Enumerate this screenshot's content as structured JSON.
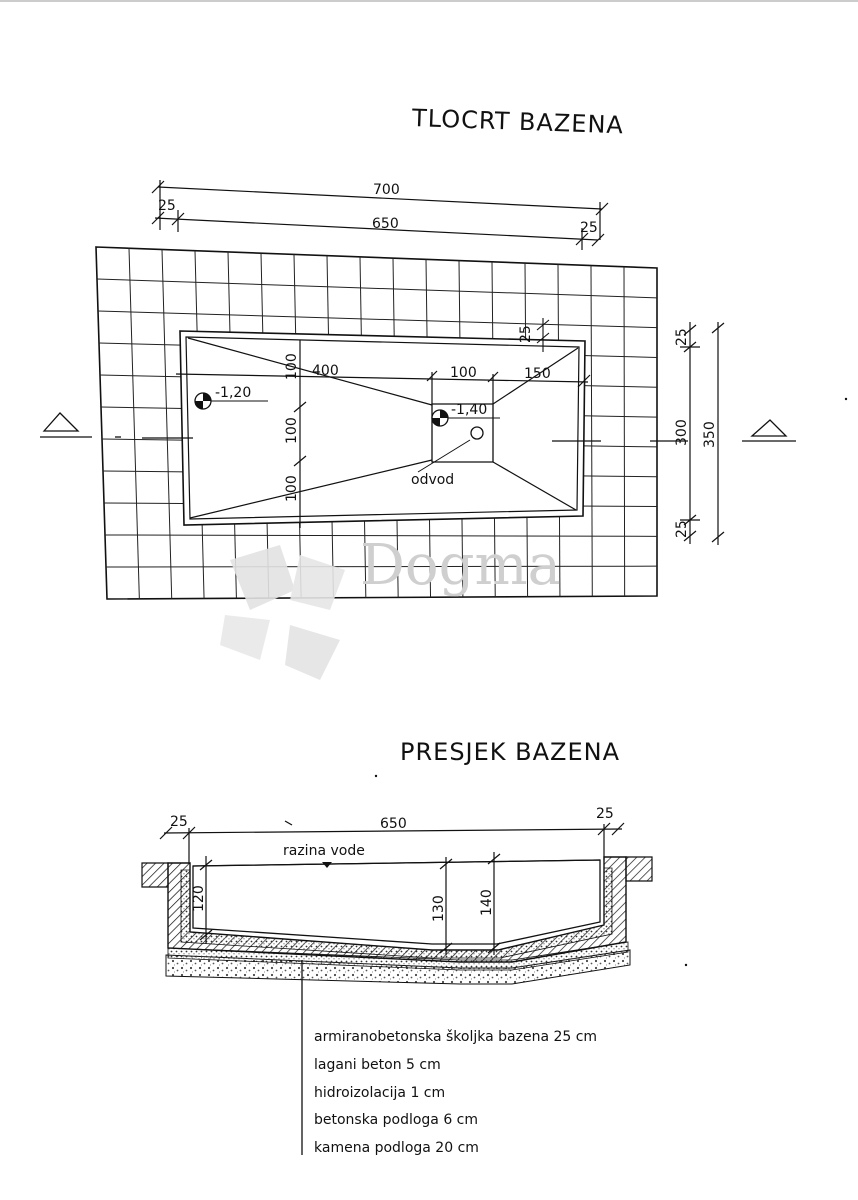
{
  "plan": {
    "title": "TLOCRT BAZENA",
    "dim_total": "700",
    "dim_inner": "650",
    "dim_left_wall": "25",
    "dim_right_wall": "25",
    "dim_400": "400",
    "dim_100_top": "100",
    "dim_150": "150",
    "dim_25_corner": "25",
    "dim_v_100a": "100",
    "dim_v_100b": "100",
    "dim_v_100c": "100",
    "level_shallow": "-1,20",
    "level_deep": "-1,40",
    "drain_label": "odvod",
    "dim_r_25_top": "25",
    "dim_r_300": "300",
    "dim_r_25_bottom": "25",
    "dim_r_350": "350"
  },
  "section": {
    "title": "PRESJEK BAZENA",
    "dim_left_wall": "25",
    "dim_inner": "650",
    "dim_right_wall": "25",
    "water_level": "razina vode",
    "dim_120": "120",
    "dim_130": "130",
    "dim_140": "140"
  },
  "layers": [
    "armiranobetonska školjka bazena 25 cm",
    "lagani beton 5 cm",
    "hidroizolacija 1 cm",
    "betonska podloga 6 cm",
    "kamena podloga 20 cm"
  ],
  "watermark": "Dogma"
}
